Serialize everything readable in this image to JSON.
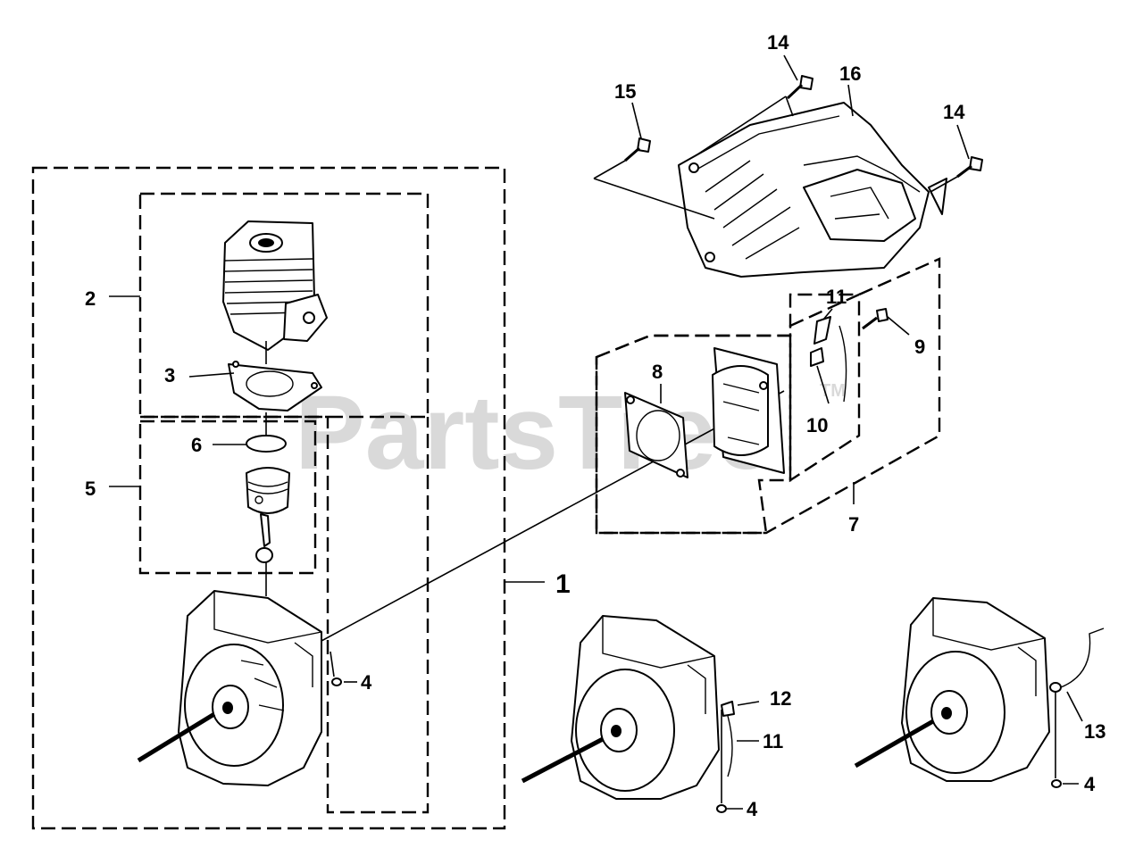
{
  "watermark": "PartsTree",
  "trademark": "TM",
  "callouts": {
    "c1": "1",
    "c2": "2",
    "c3": "3",
    "c4a": "4",
    "c4b": "4",
    "c4c": "4",
    "c5": "5",
    "c6": "6",
    "c7": "7",
    "c8": "8",
    "c9": "9",
    "c10": "10",
    "c11a": "11",
    "c11b": "11",
    "c12": "12",
    "c13": "13",
    "c14a": "14",
    "c14b": "14",
    "c15": "15",
    "c16": "16"
  }
}
